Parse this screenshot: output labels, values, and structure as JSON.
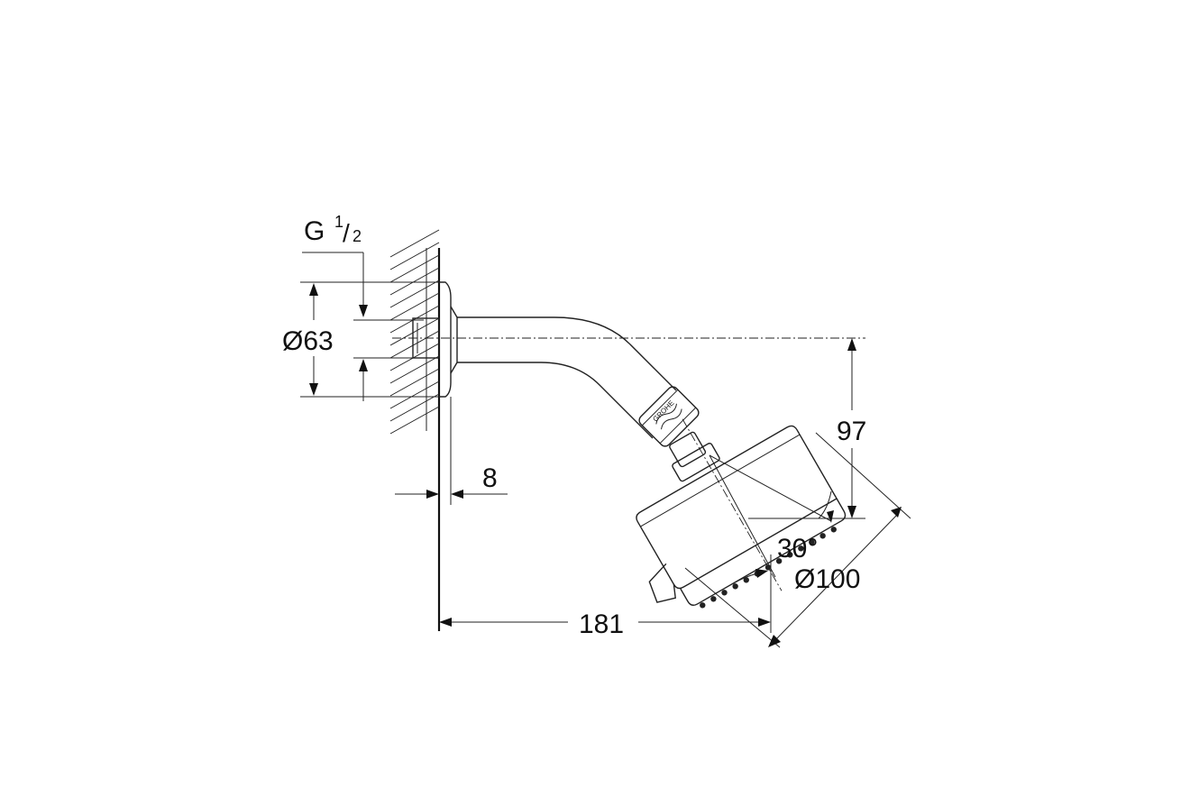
{
  "drawing": {
    "subject": "shower head with arm, wall mounted",
    "dimensions": {
      "thread": {
        "main": "G",
        "numerator": "1",
        "slash": "/",
        "denominator": "2"
      },
      "flange_diameter": "Ø63",
      "flange_depth": "8",
      "projection": "181",
      "height_drop": "97",
      "tilt_angle": "30°",
      "head_diameter": "Ø100"
    },
    "logo": "GROHE"
  }
}
